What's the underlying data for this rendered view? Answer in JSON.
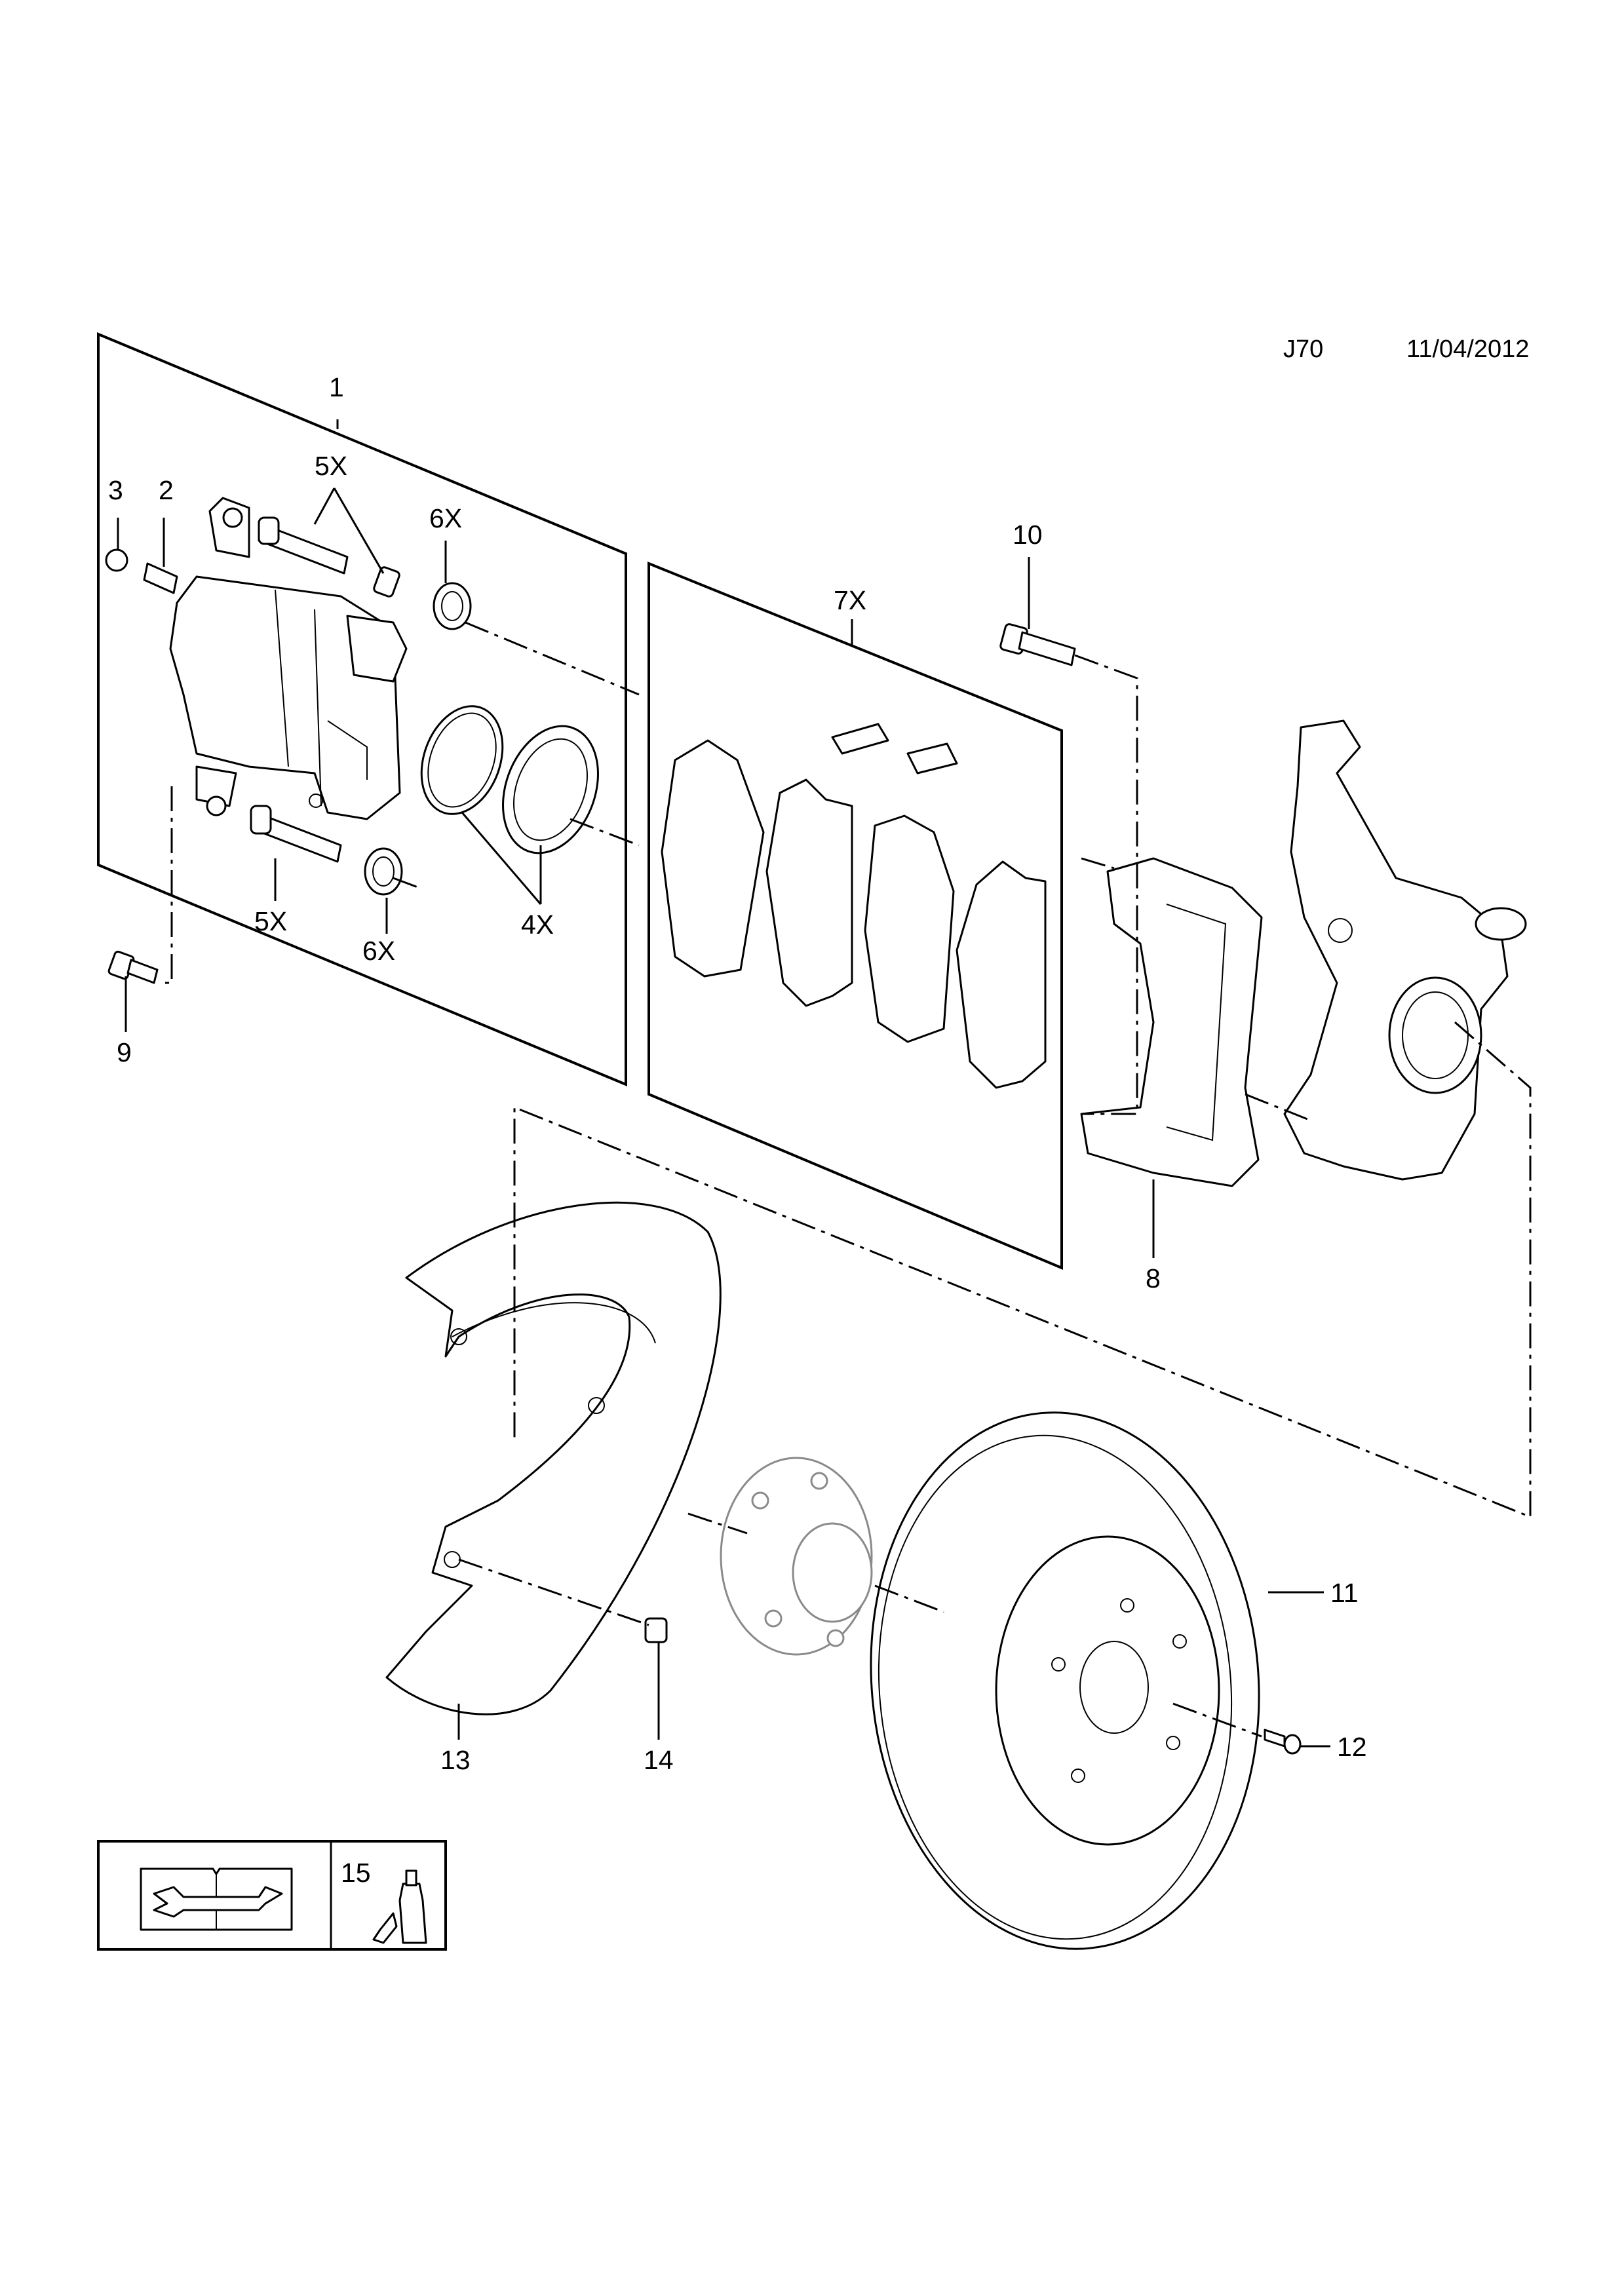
{
  "header": {
    "code": "J70",
    "date": "11/04/2012"
  },
  "callouts": {
    "c1": "1",
    "c2": "2",
    "c3": "3",
    "c4x": "4X",
    "c5x_top": "5X",
    "c5x_bottom": "5X",
    "c6x_top": "6X",
    "c6x_bottom": "6X",
    "c7x": "7X",
    "c8": "8",
    "c9": "9",
    "c10": "10",
    "c11": "11",
    "c12": "12",
    "c13": "13",
    "c14": "14",
    "c15": "15"
  },
  "icons": {
    "manual": "repair-manual-icon",
    "adhesive": "thread-locker-bottle-icon"
  }
}
